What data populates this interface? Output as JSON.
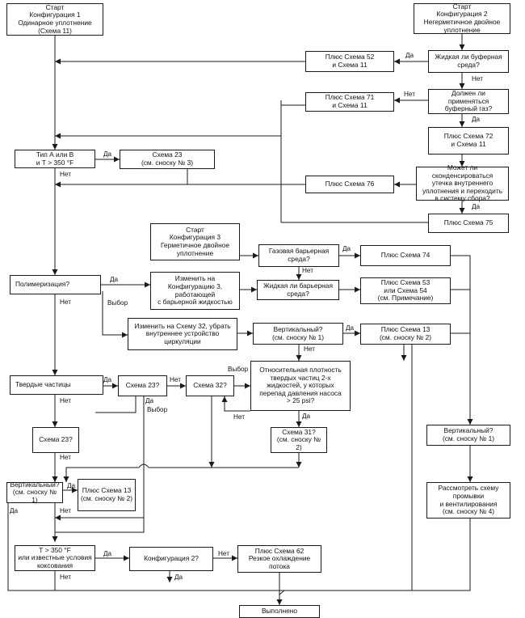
{
  "boxes": {
    "start1": "Старт\nКонфигурация 1\nОдинарное уплотнение\n(Схема 11)",
    "start2": "Старт\nКонфигурация 2\nНегерметичное двойное\nуплотнение",
    "liquid_buffer": "Жидкая ли буферная\nсреда?",
    "plus52": "Плюс Схема 52\nи Схема 11",
    "buffer_gas": "Должен ли\nприменяться\nбуферный газ?",
    "plus71": "Плюс Схема 71\nи Схема 11",
    "plus72": "Плюс Схема 72\nи Схема 11",
    "typeAB": "Тип А или В\nи Т > 350 °F",
    "scheme23_fn3": "Схема 23\n(см. сноску № 3)",
    "condense": "Может ли сконденсироваться\nутечка внутреннего\nуплотнения и переходить\nв систему сбора?",
    "plus76": "Плюс Схема 76",
    "plus75": "Плюс Схема 75",
    "start3": "Старт\nКонфигурация 3\nГерметичное двойное\nуплотнение",
    "gas_barrier": "Газовая барьерная\nсреда?",
    "plus74": "Плюс Схема 74",
    "polymer": "Полимеризация?",
    "change_config3": "Изменить на\nКонфигурацию 3,\nработающей\nс барьерной жидкостью",
    "liquid_barrier": "Жидкая ли барьерная\nсреда?",
    "plus53": "Плюс Схема 53\nили Схема 54\n(см. Примечание)",
    "change32": "Изменить на Схему 32, убрать\nвнутреннее устройство\nциркуляции",
    "vertical_mid": "Вертикальный?\n(см. сноску № 1)",
    "plus13_right": "Плюс Схема 13\n(см. сноску № 2)",
    "solids": "Твердые частицы",
    "scheme23_q": "Схема 23?",
    "scheme32_q": "Схема 32?",
    "density": "Относительная плотность\nтвердых частиц 2-х\nжидкостей, у которых\nперепад давления насоса\n> 25 psi?",
    "scheme23_q2": "Схема 23?",
    "scheme31_q": "Схема 31?\n(см. сноску № 2)",
    "vertical_right": "Вертикальный?\n(см. сноску № 1)",
    "vertical_left": "Вертикальный?\n(см. сноску № 1)",
    "plus13_left": "Плюс Схема 13\n(см. сноску № 2)",
    "flush_vent": "Рассмотреть схему\nпромывки\nи вентилирования\n(см. сноску № 4)",
    "t350": "Т > 350 °F\nили известные условия\nкоксования",
    "config2_q": "Конфигурация 2?",
    "plus62": "Плюс Схема 62\nРезкое охлаждение\nпотока",
    "done": "Выполнено"
  },
  "labels": {
    "yes": "Да",
    "no": "Нет",
    "choice": "Выбор"
  }
}
